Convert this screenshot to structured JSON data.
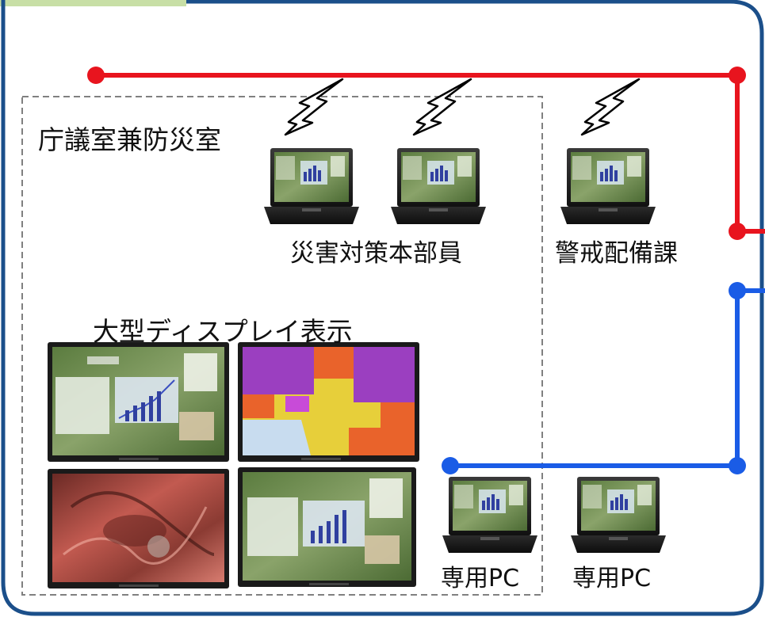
{
  "labels": {
    "room": "庁議室兼防災室",
    "members": "災害対策本部員",
    "police": "警戒配備課",
    "display": "大型ディスプレイ表示",
    "pc1": "専用PC",
    "pc2": "専用PC"
  },
  "colors": {
    "border": "#1b4f8a",
    "wireless_network": "#e8141e",
    "wired_network": "#1a5ce6",
    "tab": "#c8dfa6",
    "dashed_boundary": "#808080"
  },
  "icons": {
    "laptop": "laptop-icon",
    "wireless": "lightning-wireless-icon",
    "display": "large-display-icon"
  }
}
